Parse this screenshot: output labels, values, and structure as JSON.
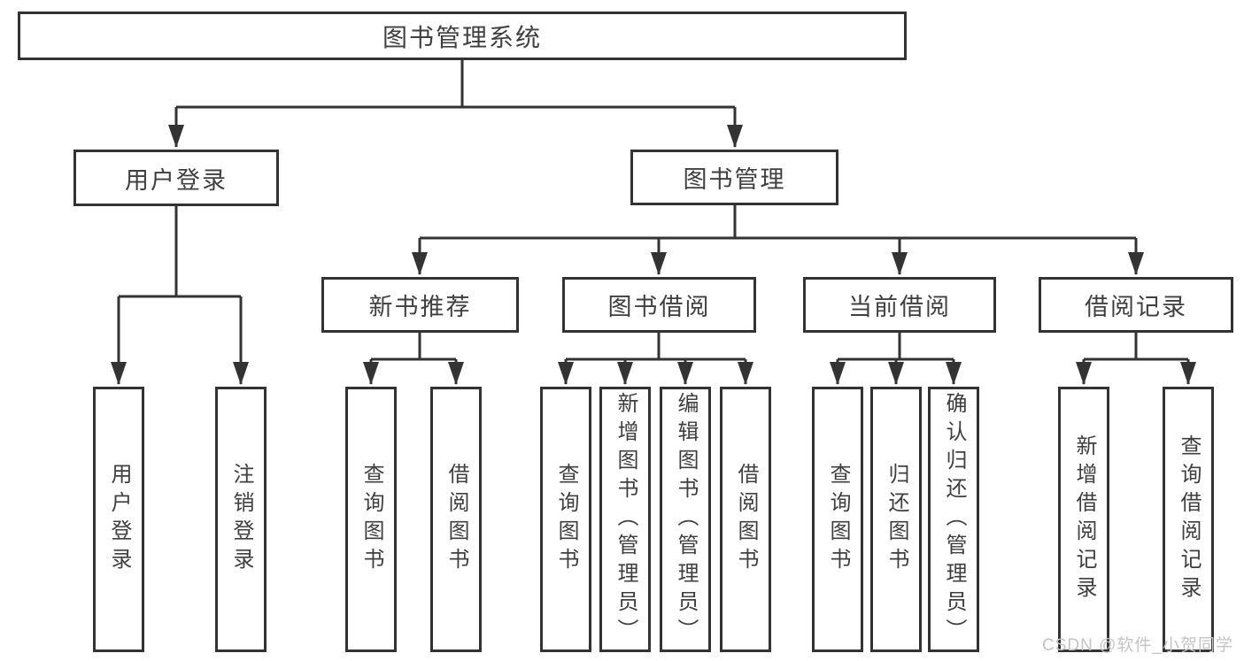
{
  "tree": {
    "root": "图书管理系统",
    "branches": [
      {
        "label": "用户登录",
        "leaves": [
          "用户登录",
          "注销登录"
        ]
      },
      {
        "label": "图书管理",
        "sections": [
          {
            "label": "新书推荐",
            "leaves": [
              "查询图书",
              "借阅图书"
            ]
          },
          {
            "label": "图书借阅",
            "leaves": [
              "查询图书",
              "新增图书（管理员）",
              "编辑图书（管理员）",
              "借阅图书"
            ]
          },
          {
            "label": "当前借阅",
            "leaves": [
              "查询图书",
              "归还图书",
              "确认归还（管理员）"
            ]
          },
          {
            "label": "借阅记录",
            "leaves": [
              "新增借阅记录",
              "查询借阅记录"
            ]
          }
        ]
      }
    ]
  },
  "watermark": "CSDN @软件_小贺同学",
  "colors": {
    "line": "#333333",
    "box_border": "#333333",
    "text": "#3f3f3f",
    "watermark": "#c4c4c4",
    "background": "#ffffff"
  }
}
